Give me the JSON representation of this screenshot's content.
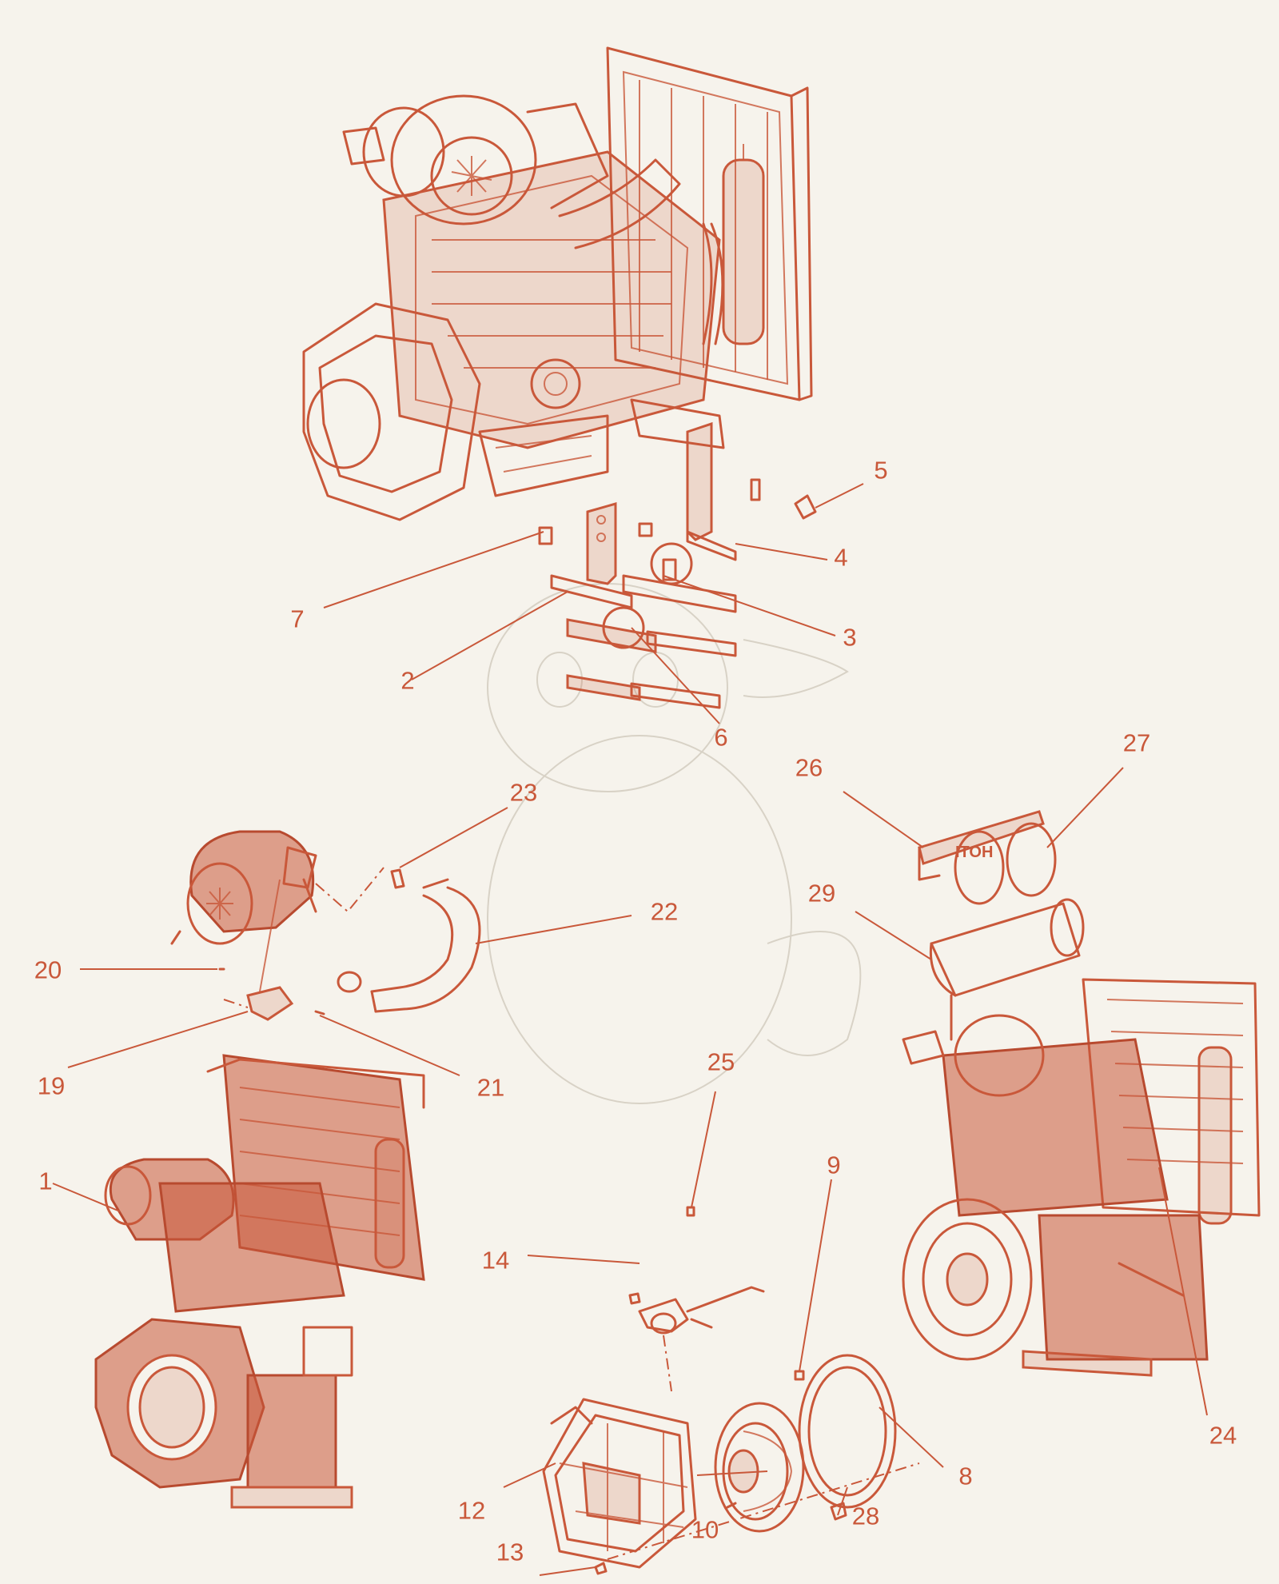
{
  "accent_color": "#c9583a",
  "background_color": "#f6f3ec",
  "callouts": [
    {
      "id": "c1",
      "text": "1"
    },
    {
      "id": "c2",
      "text": "2"
    },
    {
      "id": "c3",
      "text": "3"
    },
    {
      "id": "c4",
      "text": "4"
    },
    {
      "id": "c5",
      "text": "5"
    },
    {
      "id": "c6",
      "text": "6"
    },
    {
      "id": "c7",
      "text": "7"
    },
    {
      "id": "c8",
      "text": "8"
    },
    {
      "id": "c9",
      "text": "9"
    },
    {
      "id": "c10",
      "text": "10"
    },
    {
      "id": "c12",
      "text": "12"
    },
    {
      "id": "c13",
      "text": "13"
    },
    {
      "id": "c14",
      "text": "14"
    },
    {
      "id": "c19",
      "text": "19"
    },
    {
      "id": "c20",
      "text": "20"
    },
    {
      "id": "c21",
      "text": "21"
    },
    {
      "id": "c22",
      "text": "22"
    },
    {
      "id": "c23",
      "text": "23"
    },
    {
      "id": "c24",
      "text": "24"
    },
    {
      "id": "c25",
      "text": "25"
    },
    {
      "id": "c26",
      "text": "26"
    },
    {
      "id": "c27",
      "text": "27"
    },
    {
      "id": "c28",
      "text": "28"
    },
    {
      "id": "c29",
      "text": "29"
    }
  ],
  "heat_shield_logo_text": "ITOH"
}
